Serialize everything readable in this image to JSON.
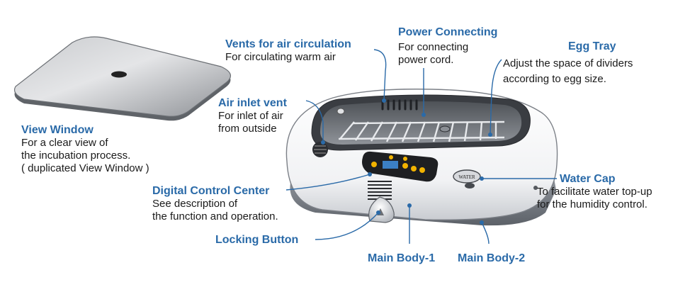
{
  "colors": {
    "title": "#2a6aa8",
    "leader": "#2a6aa8",
    "text": "#1a1a1a"
  },
  "labels": {
    "view_window": {
      "title": "View Window",
      "lines": [
        "For a clear view of",
        "the incubation process.",
        "( duplicated  View Window )"
      ]
    },
    "vents": {
      "title": "Vents for air circulation",
      "lines": [
        "For circulating warm air"
      ]
    },
    "power": {
      "title": "Power Connecting",
      "lines": [
        "For connecting",
        "power cord."
      ]
    },
    "egg_tray": {
      "title": "Egg Tray",
      "lines": [
        "Adjust the space of dividers",
        "according to egg size."
      ]
    },
    "air_inlet": {
      "title": "Air inlet vent",
      "lines": [
        "For inlet of air",
        "from outside"
      ]
    },
    "water_cap": {
      "title": "Water Cap",
      "lines": [
        "To facilitate water top-up",
        "for the humidity control."
      ]
    },
    "digital_control": {
      "title": "Digital Control Center",
      "lines": [
        "See description of",
        "the function and operation."
      ]
    },
    "locking_button": {
      "title": "Locking Button"
    },
    "main_body_1": {
      "title": "Main Body-1"
    },
    "main_body_2": {
      "title": "Main Body-2"
    }
  },
  "device_text": {
    "water_cap": "WATER"
  }
}
